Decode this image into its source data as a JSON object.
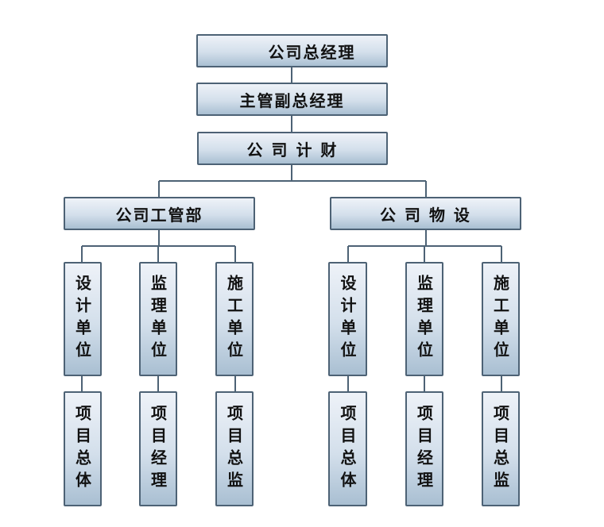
{
  "top": {
    "ceo": "公司总经理",
    "vp": "主管副总经理",
    "finance": "公 司 计 财"
  },
  "departments": [
    {
      "name": "公司工管部",
      "units": [
        {
          "unit": "设计单位",
          "role": "项目总体"
        },
        {
          "unit": "监理单位",
          "role": "项目经理"
        },
        {
          "unit": "施工单位",
          "role": "项目总监"
        }
      ]
    },
    {
      "name": "公 司 物 设",
      "units": [
        {
          "unit": "设计单位",
          "role": "项目总体"
        },
        {
          "unit": "监理单位",
          "role": "项目经理"
        },
        {
          "unit": "施工单位",
          "role": "项目总监"
        }
      ]
    }
  ]
}
